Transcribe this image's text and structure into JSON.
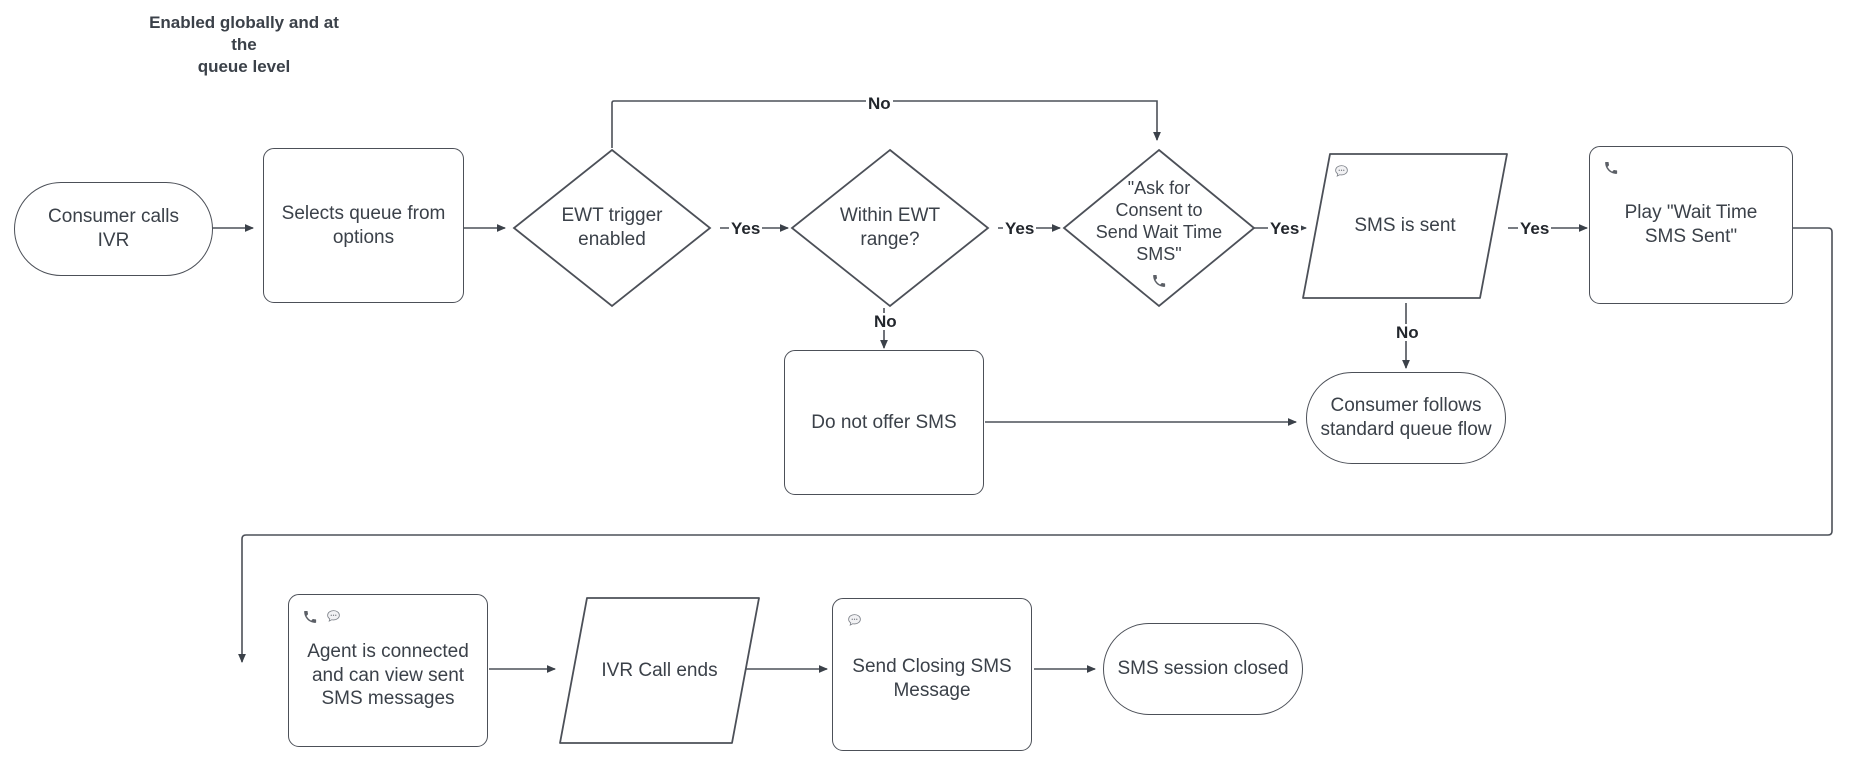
{
  "diagram": {
    "title": "Enabled globally and at the\nqueue level",
    "stroke_color": "#4c5058",
    "text_color": "#3b4149",
    "label_color": "#22262c",
    "background": "#ffffff"
  },
  "nodes": {
    "consumer_calls_ivr": {
      "label": "Consumer calls\nIVR",
      "shape": "stadium"
    },
    "selects_queue": {
      "label": "Selects queue from\noptions",
      "shape": "rect"
    },
    "ewt_trigger_enabled": {
      "label": "EWT trigger\nenabled",
      "shape": "diamond"
    },
    "within_ewt_range": {
      "label": "Within EWT\nrange?",
      "shape": "diamond"
    },
    "ask_for_consent": {
      "label": "\"Ask for\nConsent to\nSend Wait Time\nSMS\"",
      "shape": "diamond"
    },
    "sms_is_sent": {
      "label": "SMS is sent",
      "shape": "parallelogram"
    },
    "play_wait_time": {
      "label": "Play \"Wait Time\nSMS Sent\"",
      "shape": "rect"
    },
    "do_not_offer_sms": {
      "label": "Do not offer SMS",
      "shape": "rect"
    },
    "consumer_follows": {
      "label": "Consumer follows\nstandard queue flow",
      "shape": "stadium"
    },
    "agent_connected": {
      "label": "Agent is connected\nand can view sent\nSMS messages",
      "shape": "rect"
    },
    "ivr_call_ends": {
      "label": "IVR Call ends",
      "shape": "parallelogram"
    },
    "send_closing_sms": {
      "label": "Send Closing SMS\nMessage",
      "shape": "rect"
    },
    "sms_session_closed": {
      "label": "SMS session closed",
      "shape": "stadium"
    }
  },
  "icons": {
    "phone": "phone-icon",
    "chat": "chat-bubble-icon"
  },
  "edge_labels": {
    "ewt_no": "No",
    "ewt_yes": "Yes",
    "range_yes": "Yes",
    "range_no": "No",
    "consent_yes": "Yes",
    "sms_yes": "Yes",
    "sms_no": "No"
  }
}
